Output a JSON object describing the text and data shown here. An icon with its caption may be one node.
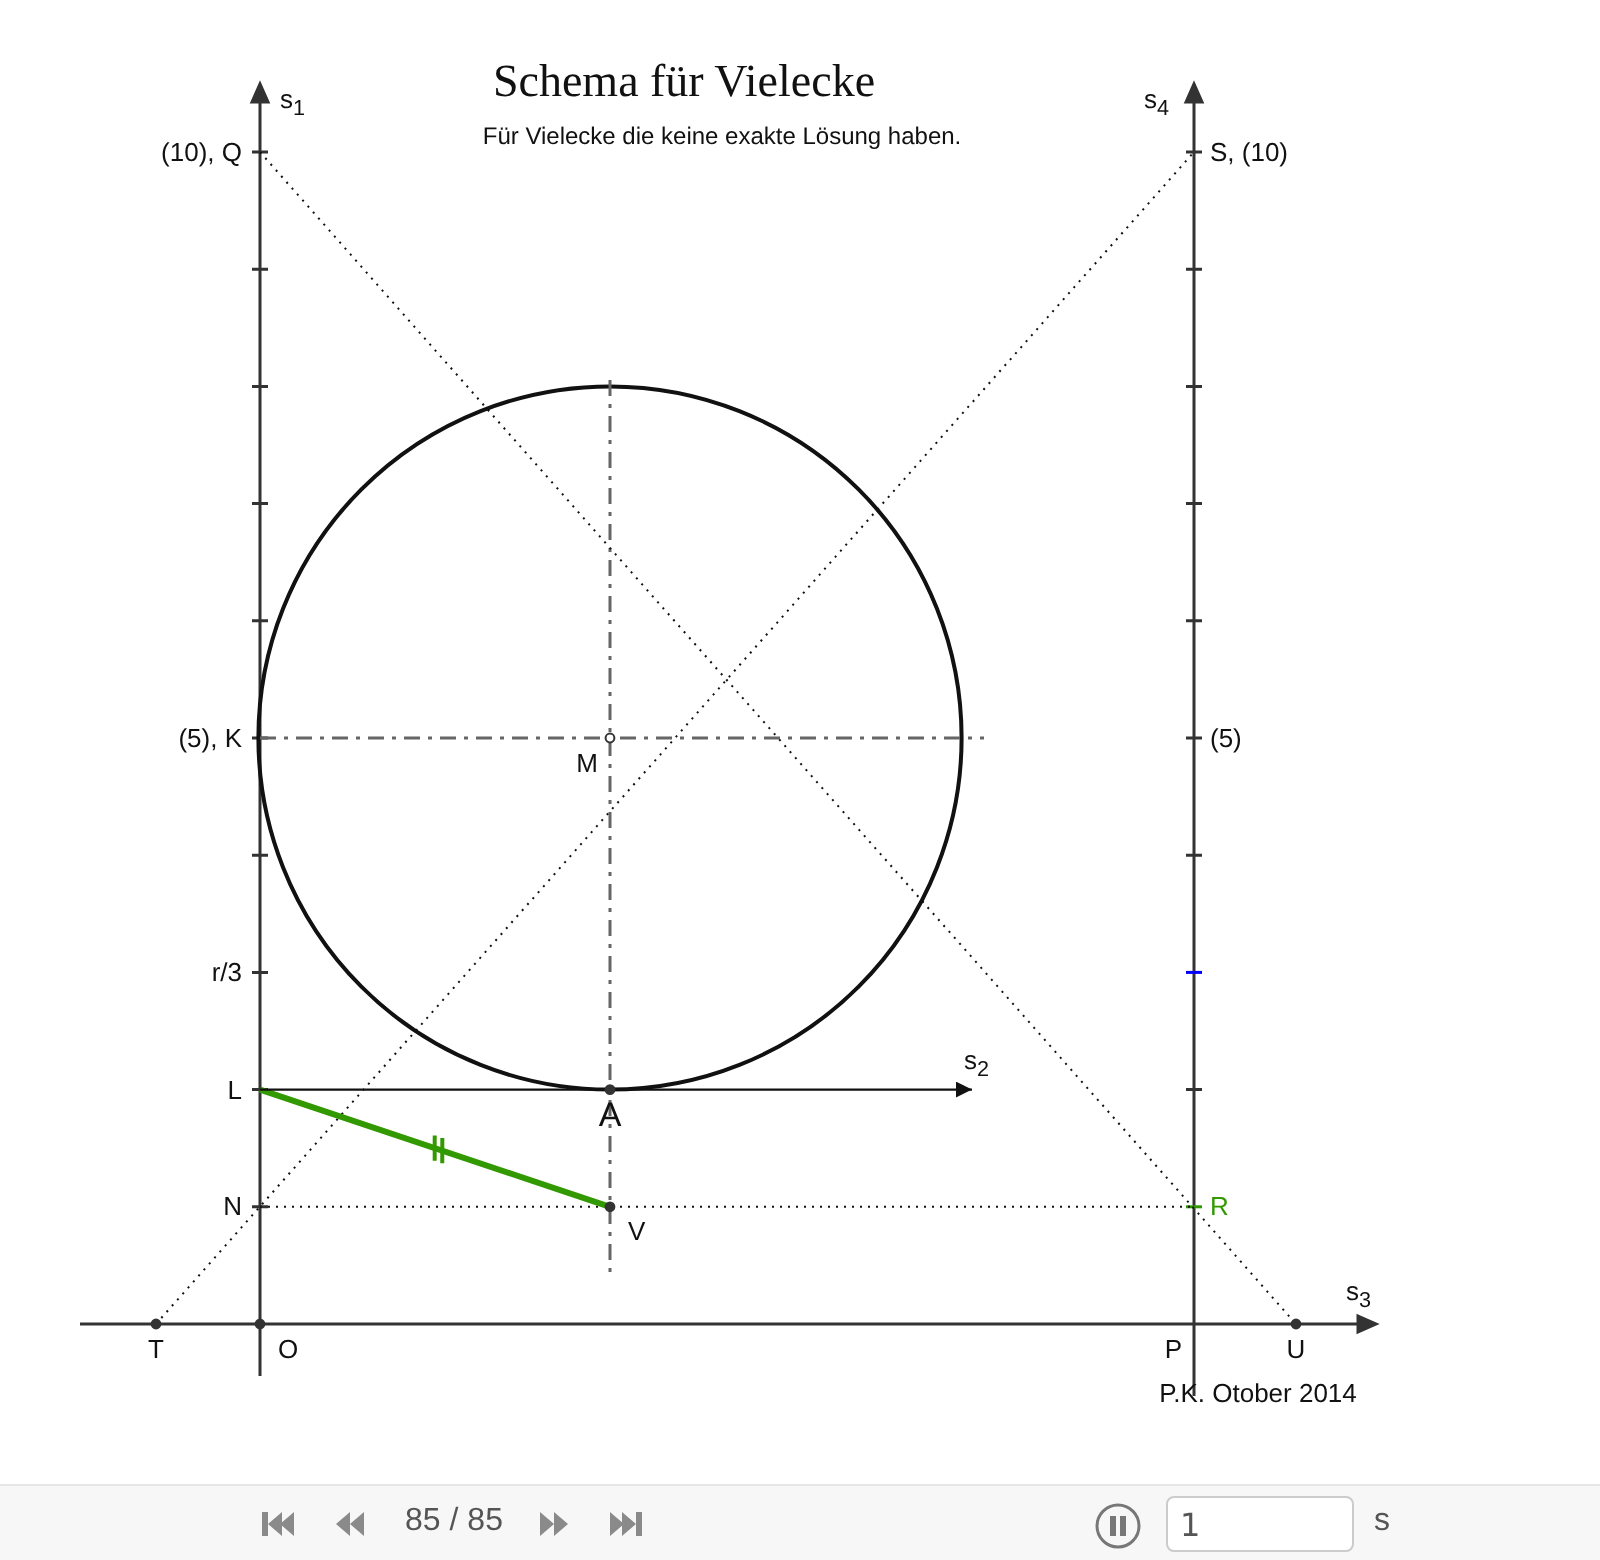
{
  "diagram": {
    "title": "Schema für Vielecke",
    "nodes": [
      {
        "text": [
          "(10), Q"
        ]
      },
      {
        "text": [
          "S, (10)"
        ]
      },
      {
        "text": [
          "(5), K"
        ]
      },
      {
        "text": [
          "M"
        ]
      },
      {
        "text": [
          "(5)"
        ]
      },
      {
        "text": [
          "r/3"
        ]
      },
      {
        "text": [
          "L"
        ]
      },
      {
        "text": [
          "A"
        ]
      },
      {
        "text": [
          "N"
        ]
      },
      {
        "text": [
          "V"
        ]
      },
      {
        "text": [
          "R"
        ]
      },
      {
        "text": [
          "T"
        ]
      },
      {
        "text": [
          "O"
        ]
      },
      {
        "text": [
          "P"
        ]
      },
      {
        "text": [
          "U"
        ]
      },
      {
        "text": [
          "s$_{2}$"
        ]
      }
    ],
    "edges": [
      {
        "from": 0,
        "to": 14,
        "arrow": "none",
        "style": "dashed"
      },
      {
        "from": 11,
        "to": 1,
        "arrow": "none",
        "style": "dashed"
      },
      {
        "from": 8,
        "to": 10,
        "arrow": "none",
        "style": "dashed"
      },
      {
        "from": 6,
        "to": 9,
        "arrow": "none",
        "style": "thick",
        "color": "#339900"
      },
      {
        "from": 6,
        "to": 15,
        "arrow": "to"
      }
    ],
    "labels": [
      "Für Vielecke die keine exakte Lösung haben.",
      "s$_{1}$",
      "s$_{4}$",
      "s$_{3}$",
      "P.K. Otober 2014",
      "85 / 85",
      "1",
      "s"
    ]
  }
}
